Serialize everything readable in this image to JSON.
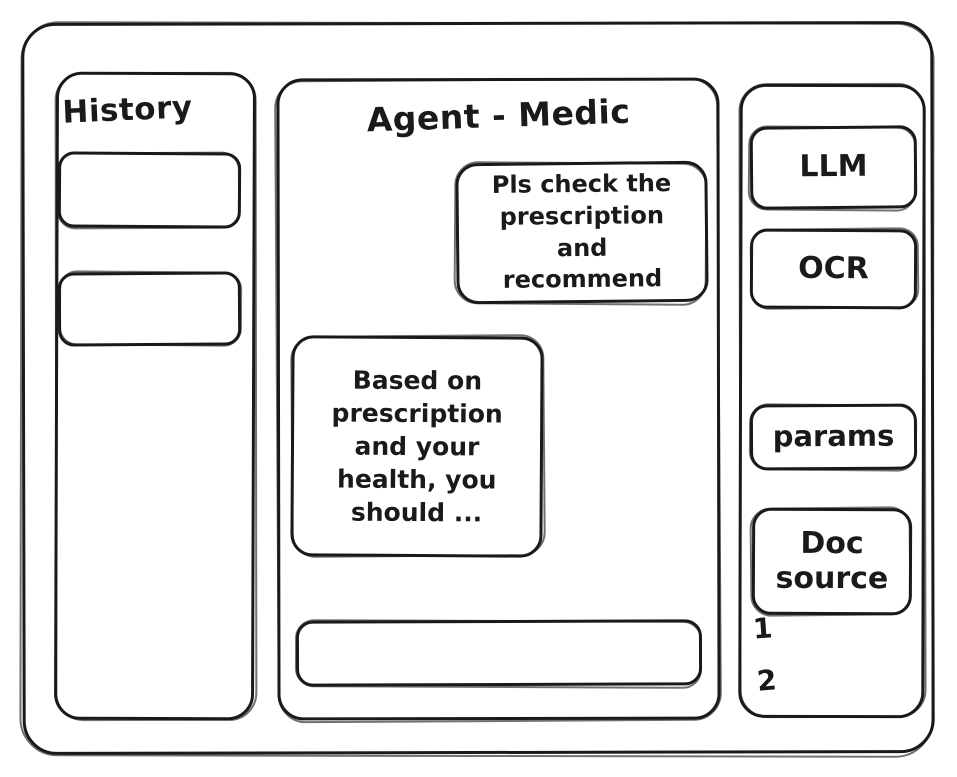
{
  "window": {
    "frame_label": "app-window"
  },
  "style": {
    "ink_color": "#1a1a1a",
    "paper_color": "#ffffff"
  },
  "sidebar_left": {
    "title": "History",
    "items": [
      {
        "label": ""
      },
      {
        "label": ""
      }
    ]
  },
  "main": {
    "title": "Agent - Medic",
    "messages": [
      {
        "role": "user",
        "text": "Pls check the\nprescription\nand recommend"
      },
      {
        "role": "assistant",
        "text": "Based on\nprescription\nand your\nhealth, you\nshould ..."
      }
    ],
    "composer": {
      "value": "",
      "placeholder": ""
    }
  },
  "sidebar_right": {
    "tools": [
      {
        "label": "LLM"
      },
      {
        "label": "OCR"
      },
      {
        "label": "params"
      },
      {
        "label": "Doc\nsource"
      }
    ],
    "doc_source_items": [
      {
        "index": "1"
      },
      {
        "index": "2"
      }
    ]
  }
}
